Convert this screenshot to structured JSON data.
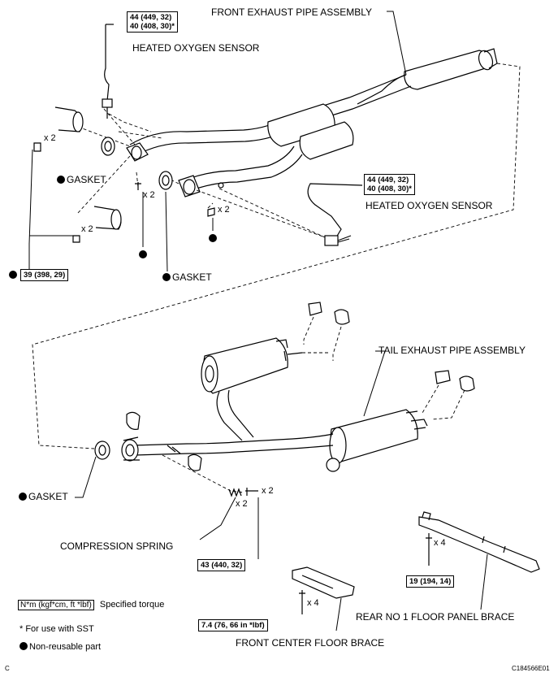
{
  "labels": {
    "front_exhaust_pipe_assembly": "FRONT EXHAUST PIPE ASSEMBLY",
    "heated_oxygen_sensor_1": "HEATED OXYGEN SENSOR",
    "heated_oxygen_sensor_2": "HEATED OXYGEN SENSOR",
    "gasket_1": "GASKET",
    "gasket_2": "GASKET",
    "gasket_3": "GASKET",
    "tail_exhaust_pipe_assembly": "TAIL EXHAUST PIPE ASSEMBLY",
    "compression_spring": "COMPRESSION SPRING",
    "rear_floor_panel_brace": "REAR NO  1 FLOOR PANEL BRACE",
    "front_center_floor_brace": "FRONT CENTER FLOOR BRACE"
  },
  "torques": {
    "sensor_top_line1": "44 (449, 32)",
    "sensor_top_line2": "40 (408, 30)*",
    "sensor_right_line1": "44 (449, 32)",
    "sensor_right_line2": "40 (408, 30)*",
    "flange_nuts": "39 (398, 29)",
    "tail_bolts": "43 (440, 32)",
    "rear_brace_bolts": "19 (194, 14)",
    "front_brace_bolts": "7.4 (76, 66 in *lbf)"
  },
  "quantities": {
    "q1": "x 2",
    "q2": "x 2",
    "q3": "x 2",
    "q4": "x 2",
    "q5": "x 2",
    "q6": "x 2",
    "q7": "x 4",
    "q8": "x 4"
  },
  "legend": {
    "torque_key": "N*m (kgf*cm, ft *lbf)",
    "torque_desc": "Specified torque",
    "sst_note": "* For use with SST",
    "non_reusable": "Non-reusable part"
  },
  "footer": {
    "left_code": "C",
    "figure_id": "C184566E01"
  }
}
